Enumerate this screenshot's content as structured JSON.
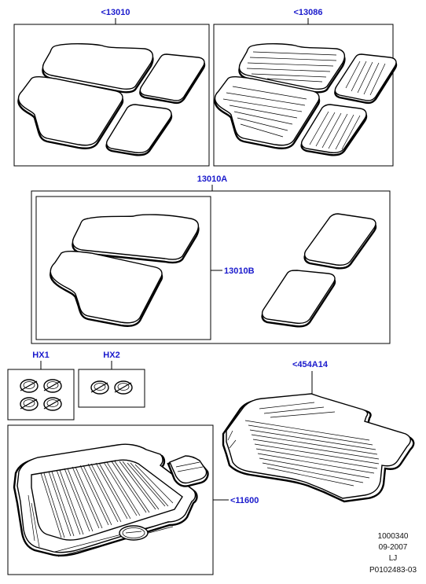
{
  "callouts": {
    "top_left": "<13010",
    "top_right": "<13086",
    "middle_group": "13010A",
    "middle_sub": "13010B",
    "hx1": "HX1",
    "hx2": "HX2",
    "load_space_mat": "<454A14",
    "load_tray": "<11600"
  },
  "meta": {
    "line1": "1000340",
    "line2": "09-2007",
    "line3": "LJ",
    "line4": "P0102483-03"
  },
  "colors": {
    "callout_text": "#1a1acc",
    "line_art": "#000000",
    "background": "#ffffff"
  }
}
